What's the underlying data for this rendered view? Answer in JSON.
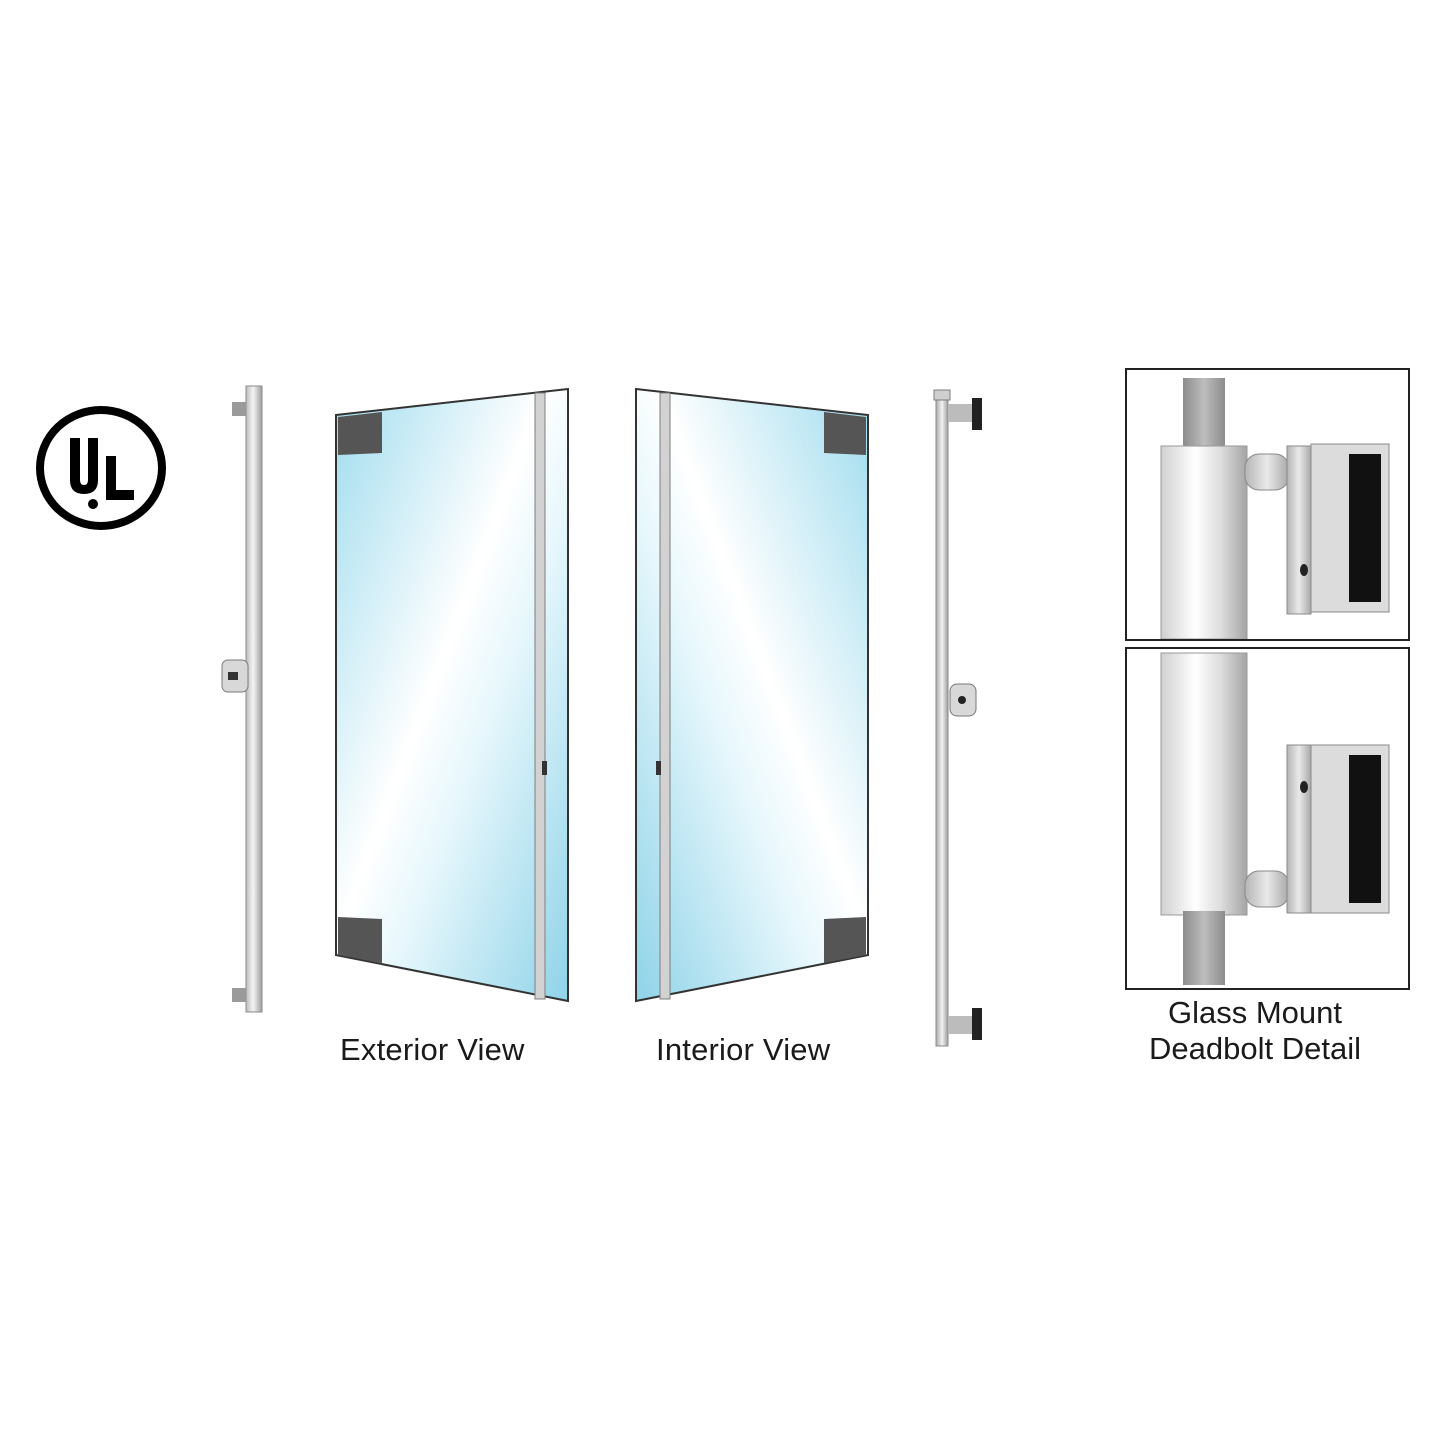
{
  "logo": {
    "text": "UL",
    "icon": "ul-certification-logo"
  },
  "captions": {
    "exterior": "Exterior View",
    "interior": "Interior View",
    "detail_line1": "Glass Mount",
    "detail_line2": "Deadbolt Detail"
  },
  "colors": {
    "glass_light": "#ffffff",
    "glass_blue": "#8fd3e8",
    "frame": "#333333",
    "patch": "#555555",
    "steel": "#c9c9c9",
    "rod_gray": "#9a9a9a"
  }
}
